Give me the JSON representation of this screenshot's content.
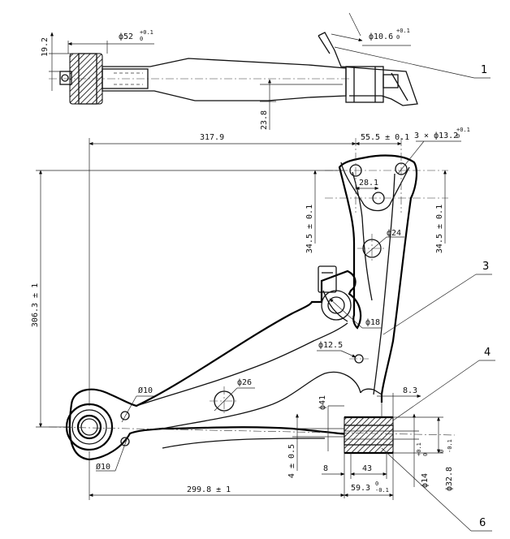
{
  "top_view": {
    "dim_19_2": "19.2",
    "dim_phi52": "ф52",
    "dim_phi52_tol_upper": "+0.1",
    "dim_phi52_tol_lower": "0",
    "dim_phi10_6": "ф10.6",
    "dim_phi10_6_tol_upper": "+0.1",
    "dim_phi10_6_tol_lower": "0",
    "dim_23_8": "23.8"
  },
  "plan_view": {
    "dim_317_9": "317.9",
    "dim_55_5": "55.5 ± 0.1",
    "dim_3x_phi13_2": "3 × ф13.2",
    "dim_3x_phi13_2_tol_upper": "+0.1",
    "dim_3x_phi13_2_tol_lower": "0",
    "dim_28_1": "28.1",
    "dim_34_5_left": "34.5 ± 0.1",
    "dim_34_5_right": "34.5 ± 0.1",
    "dim_phi24": "ф24",
    "dim_306_3": "306.3 ± 1",
    "dim_phi18": "ф18",
    "dim_phi12_5": "ф12.5",
    "dim_phi26": "ф26",
    "dim_o10_top": "Ø10",
    "dim_o10_bottom": "Ø10",
    "dim_phi41": "ф41",
    "dim_8_3": "8.3",
    "dim_4_0_5": "4 ± 0.5",
    "dim_8": "8",
    "dim_43": "43",
    "dim_phi14": "ф14",
    "dim_phi14_tol_upper": "+0.1",
    "dim_phi14_tol_lower": "0",
    "dim_phi32_8": "ф32.8",
    "dim_phi32_8_tol_upper": "0",
    "dim_phi32_8_tol_lower": "-0.1",
    "dim_299_8": "299.8 ± 1",
    "dim_59_3": "59.3",
    "dim_59_3_tol_upper": "0",
    "dim_59_3_tol_lower": "-0.1"
  },
  "callouts": {
    "c1": "1",
    "c3": "3",
    "c4": "4",
    "c6": "6"
  }
}
